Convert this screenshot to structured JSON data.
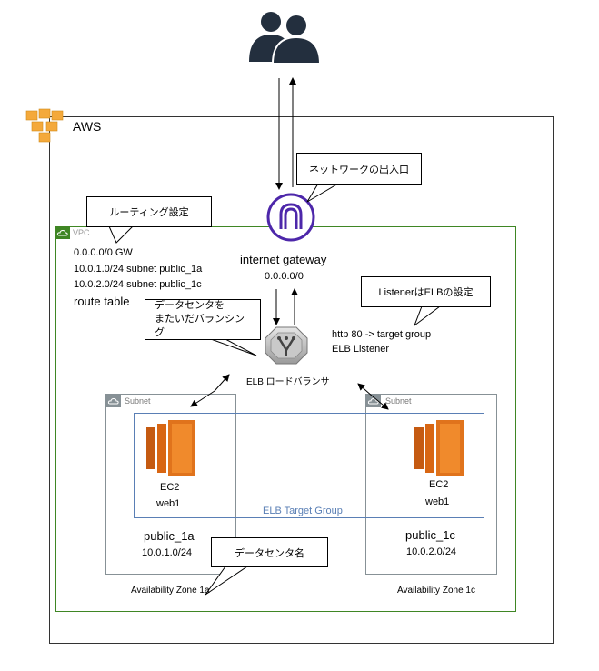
{
  "aws": {
    "label": "AWS"
  },
  "users": {
    "icon": "users-icon"
  },
  "callouts": {
    "network_entry": "ネットワークの出入口",
    "routing": "ルーティング設定",
    "listener": "ListenerはELBの設定",
    "cross_dc": "データセンタを\nまたいだバランシング",
    "dc_name": "データセンタ名"
  },
  "vpc": {
    "label": "VPC"
  },
  "route_table": {
    "title": "route table",
    "routes": [
      "0.0.0.0/0 GW",
      "10.0.1.0/24 subnet public_1a",
      "10.0.2.0/24 subnet public_1c"
    ]
  },
  "igw": {
    "label": "internet gateway",
    "cidr": "0.0.0.0/0"
  },
  "elb": {
    "label": "ELB ロードバランサ",
    "listener_rule": "http 80 ->  target group",
    "listener_label": "ELB Listener"
  },
  "target_group": {
    "label": "ELB Target Group"
  },
  "subnets": [
    {
      "tag": "Subnet",
      "name": "public_1a",
      "cidr": "10.0.1.0/24",
      "az": "Availability Zone 1a",
      "ec2": {
        "title": "EC2",
        "name": "web1"
      }
    },
    {
      "tag": "Subnet",
      "name": "public_1c",
      "cidr": "10.0.2.0/24",
      "az": "Availability Zone 1c",
      "ec2": {
        "title": "EC2",
        "name": "web1"
      }
    }
  ],
  "colors": {
    "vpc": "#3f8624",
    "igw": "#4d27aa",
    "ec2": "#e0731c",
    "target_group": "#5a7fb5",
    "subnet": "#879196"
  }
}
